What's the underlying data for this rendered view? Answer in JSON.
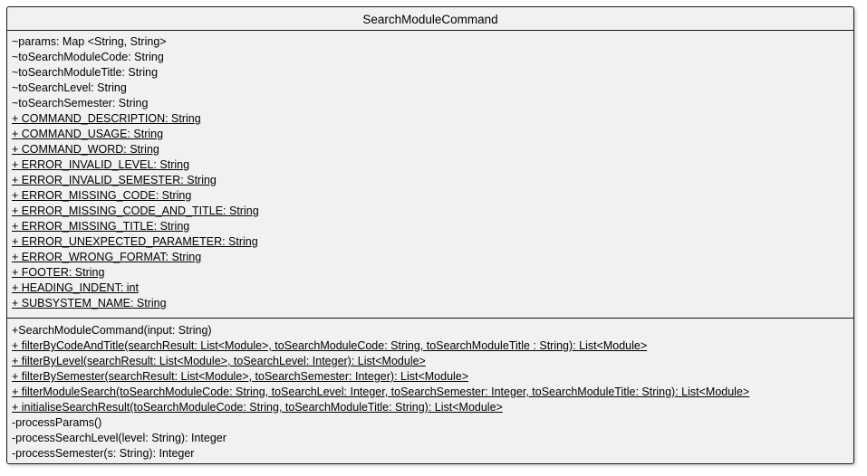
{
  "class_name": "SearchModuleCommand",
  "attributes": [
    {
      "text": "~params: Map <String, String>",
      "static": false
    },
    {
      "text": "~toSearchModuleCode: String",
      "static": false
    },
    {
      "text": "~toSearchModuleTitle: String",
      "static": false
    },
    {
      "text": "~toSearchLevel: String",
      "static": false
    },
    {
      "text": "~toSearchSemester: String",
      "static": false
    },
    {
      "text": "+ COMMAND_DESCRIPTION: String",
      "static": true
    },
    {
      "text": "+ COMMAND_USAGE: String",
      "static": true
    },
    {
      "text": "+ COMMAND_WORD: String",
      "static": true
    },
    {
      "text": "+ ERROR_INVALID_LEVEL: String",
      "static": true
    },
    {
      "text": "+ ERROR_INVALID_SEMESTER: String",
      "static": true
    },
    {
      "text": "+ ERROR_MISSING_CODE: String",
      "static": true
    },
    {
      "text": "+ ERROR_MISSING_CODE_AND_TITLE: String",
      "static": true
    },
    {
      "text": "+ ERROR_MISSING_TITLE: String",
      "static": true
    },
    {
      "text": "+ ERROR_UNEXPECTED_PARAMETER: String",
      "static": true
    },
    {
      "text": "+ ERROR_WRONG_FORMAT: String",
      "static": true
    },
    {
      "text": "+ FOOTER: String",
      "static": true
    },
    {
      "text": "+ HEADING_INDENT: int",
      "static": true
    },
    {
      "text": "+ SUBSYSTEM_NAME: String",
      "static": true
    }
  ],
  "methods": [
    {
      "text": "+SearchModuleCommand(input: String)",
      "static": false
    },
    {
      "text": "+ filterByCodeAndTitle(searchResult: List<Module>, toSearchModuleCode: String, toSearchModuleTitle : String): List<Module>",
      "static": true
    },
    {
      "text": "+ filterByLevel(searchResult: List<Module>, toSearchLevel: Integer): List<Module>",
      "static": true
    },
    {
      "text": "+ filterBySemester(searchResult: List<Module>, toSearchSemester: Integer): List<Module>",
      "static": true
    },
    {
      "text": "+ filterModuleSearch(toSearchModuleCode: String, toSearchLevel: Integer, toSearchSemester: Integer, toSearchModuleTitle: String): List<Module>",
      "static": true
    },
    {
      "text": "+ initialiseSearchResult(toSearchModuleCode: String, toSearchModuleTitle: String): List<Module>",
      "static": true
    },
    {
      "text": "-processParams()",
      "static": false
    },
    {
      "text": "-processSearchLevel(level: String): Integer",
      "static": false
    },
    {
      "text": "-processSemester(s: String): Integer",
      "static": false
    }
  ]
}
